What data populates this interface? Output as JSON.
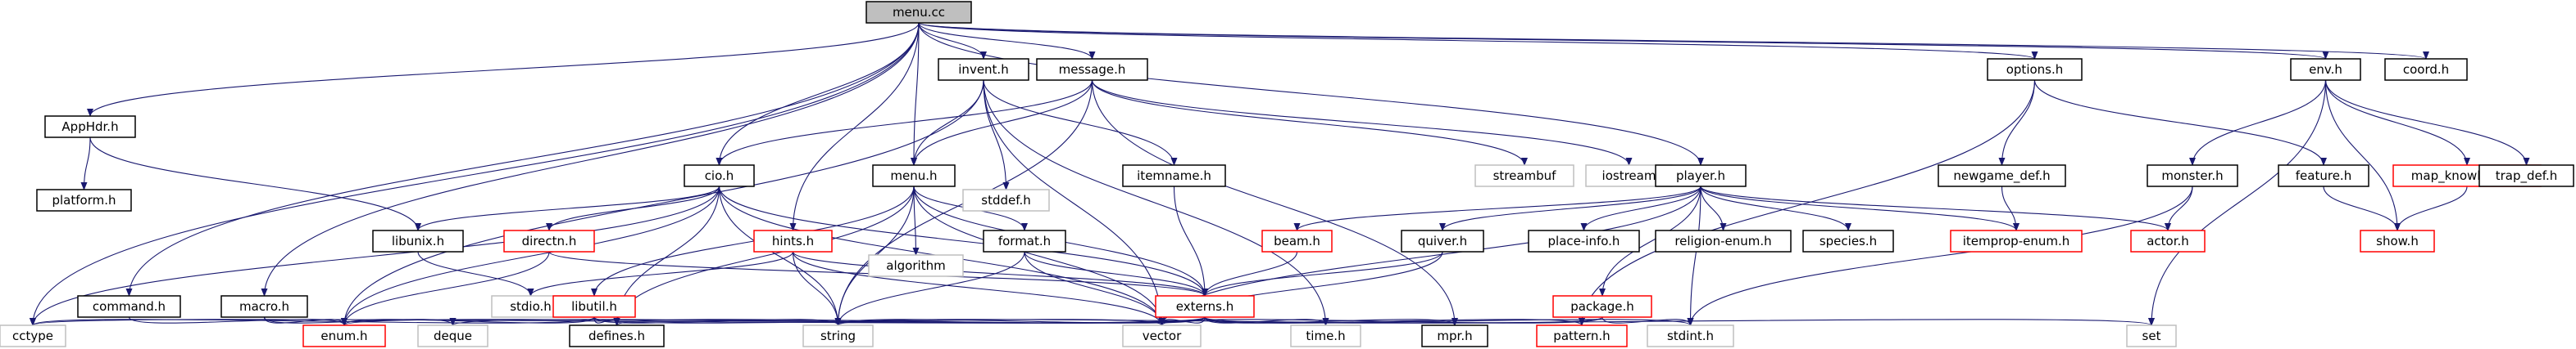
{
  "colors": {
    "edge": "#191970",
    "border_normal": "#000000",
    "border_linked": "#ff0000",
    "border_system": "#bfbfbf",
    "root_fill": "#bfbfbf"
  },
  "nodes": [
    {
      "id": "menu_cc",
      "label": "menu.cc",
      "kind": "root"
    },
    {
      "id": "apphdr_h",
      "label": "AppHdr.h",
      "kind": "normal"
    },
    {
      "id": "platform_h",
      "label": "platform.h",
      "kind": "normal"
    },
    {
      "id": "invent_h",
      "label": "invent.h",
      "kind": "normal"
    },
    {
      "id": "message_h",
      "label": "message.h",
      "kind": "normal"
    },
    {
      "id": "options_h",
      "label": "options.h",
      "kind": "normal"
    },
    {
      "id": "env_h",
      "label": "env.h",
      "kind": "normal"
    },
    {
      "id": "coord_h",
      "label": "coord.h",
      "kind": "normal"
    },
    {
      "id": "cio_h",
      "label": "cio.h",
      "kind": "normal"
    },
    {
      "id": "menu_h",
      "label": "menu.h",
      "kind": "normal"
    },
    {
      "id": "stddef_h",
      "label": "stddef.h",
      "kind": "system"
    },
    {
      "id": "itemname_h",
      "label": "itemname.h",
      "kind": "normal"
    },
    {
      "id": "streambuf",
      "label": "streambuf",
      "kind": "system"
    },
    {
      "id": "iostream",
      "label": "iostream",
      "kind": "system"
    },
    {
      "id": "player_h",
      "label": "player.h",
      "kind": "normal"
    },
    {
      "id": "newgame_def_h",
      "label": "newgame_def.h",
      "kind": "normal"
    },
    {
      "id": "monster_h",
      "label": "monster.h",
      "kind": "normal"
    },
    {
      "id": "feature_h",
      "label": "feature.h",
      "kind": "normal"
    },
    {
      "id": "map_knowledge_h",
      "label": "map_knowledge.h",
      "kind": "linked"
    },
    {
      "id": "trap_def_h",
      "label": "trap_def.h",
      "kind": "normal"
    },
    {
      "id": "libunix_h",
      "label": "libunix.h",
      "kind": "normal"
    },
    {
      "id": "directn_h",
      "label": "directn.h",
      "kind": "linked"
    },
    {
      "id": "hints_h",
      "label": "hints.h",
      "kind": "linked"
    },
    {
      "id": "algorithm",
      "label": "algorithm",
      "kind": "system"
    },
    {
      "id": "format_h",
      "label": "format.h",
      "kind": "normal"
    },
    {
      "id": "beam_h",
      "label": "beam.h",
      "kind": "linked"
    },
    {
      "id": "quiver_h",
      "label": "quiver.h",
      "kind": "normal"
    },
    {
      "id": "place_info_h",
      "label": "place-info.h",
      "kind": "normal"
    },
    {
      "id": "religion_enum_h",
      "label": "religion-enum.h",
      "kind": "normal"
    },
    {
      "id": "species_h",
      "label": "species.h",
      "kind": "normal"
    },
    {
      "id": "itemprop_enum_h",
      "label": "itemprop-enum.h",
      "kind": "linked"
    },
    {
      "id": "actor_h",
      "label": "actor.h",
      "kind": "linked"
    },
    {
      "id": "show_h",
      "label": "show.h",
      "kind": "linked"
    },
    {
      "id": "command_h",
      "label": "command.h",
      "kind": "normal"
    },
    {
      "id": "macro_h",
      "label": "macro.h",
      "kind": "normal"
    },
    {
      "id": "stdio_h",
      "label": "stdio.h",
      "kind": "system"
    },
    {
      "id": "libutil_h",
      "label": "libutil.h",
      "kind": "linked"
    },
    {
      "id": "externs_h",
      "label": "externs.h",
      "kind": "linked"
    },
    {
      "id": "package_h",
      "label": "package.h",
      "kind": "linked"
    },
    {
      "id": "cctype",
      "label": "cctype",
      "kind": "system"
    },
    {
      "id": "enum_h",
      "label": "enum.h",
      "kind": "linked"
    },
    {
      "id": "deque",
      "label": "deque",
      "kind": "system"
    },
    {
      "id": "defines_h",
      "label": "defines.h",
      "kind": "normal"
    },
    {
      "id": "string",
      "label": "string",
      "kind": "system"
    },
    {
      "id": "vector",
      "label": "vector",
      "kind": "system"
    },
    {
      "id": "time_h",
      "label": "time.h",
      "kind": "system"
    },
    {
      "id": "mpr_h",
      "label": "mpr.h",
      "kind": "normal"
    },
    {
      "id": "pattern_h",
      "label": "pattern.h",
      "kind": "linked"
    },
    {
      "id": "stdint_h",
      "label": "stdint.h",
      "kind": "system"
    },
    {
      "id": "set",
      "label": "set",
      "kind": "system"
    }
  ],
  "edges": [
    [
      "menu_cc",
      "apphdr_h"
    ],
    [
      "menu_cc",
      "invent_h"
    ],
    [
      "menu_cc",
      "message_h"
    ],
    [
      "menu_cc",
      "options_h"
    ],
    [
      "menu_cc",
      "env_h"
    ],
    [
      "menu_cc",
      "coord_h"
    ],
    [
      "menu_cc",
      "cio_h"
    ],
    [
      "menu_cc",
      "menu_h"
    ],
    [
      "menu_cc",
      "player_h"
    ],
    [
      "menu_cc",
      "hints_h"
    ],
    [
      "menu_cc",
      "command_h"
    ],
    [
      "menu_cc",
      "macro_h"
    ],
    [
      "menu_cc",
      "cctype"
    ],
    [
      "apphdr_h",
      "platform_h"
    ],
    [
      "apphdr_h",
      "libunix_h"
    ],
    [
      "invent_h",
      "menu_h"
    ],
    [
      "invent_h",
      "stddef_h"
    ],
    [
      "invent_h",
      "itemname_h"
    ],
    [
      "invent_h",
      "enum_h"
    ],
    [
      "invent_h",
      "vector"
    ],
    [
      "invent_h",
      "time_h"
    ],
    [
      "message_h",
      "cio_h"
    ],
    [
      "message_h",
      "streambuf"
    ],
    [
      "message_h",
      "iostream"
    ],
    [
      "message_h",
      "string"
    ],
    [
      "message_h",
      "mpr_h"
    ],
    [
      "message_h",
      "menu_h"
    ],
    [
      "options_h",
      "newgame_def_h"
    ],
    [
      "options_h",
      "feature_h"
    ],
    [
      "options_h",
      "pattern_h"
    ],
    [
      "newgame_def_h",
      "itemprop_enum_h"
    ],
    [
      "env_h",
      "monster_h"
    ],
    [
      "env_h",
      "map_knowledge_h"
    ],
    [
      "env_h",
      "show_h"
    ],
    [
      "env_h",
      "trap_def_h"
    ],
    [
      "env_h",
      "set"
    ],
    [
      "monster_h",
      "actor_h"
    ],
    [
      "monster_h",
      "stdint_h"
    ],
    [
      "feature_h",
      "show_h"
    ],
    [
      "map_knowledge_h",
      "show_h"
    ],
    [
      "cio_h",
      "libunix_h"
    ],
    [
      "cio_h",
      "directn_h"
    ],
    [
      "cio_h",
      "enum_h"
    ],
    [
      "cio_h",
      "externs_h"
    ],
    [
      "cio_h",
      "defines_h"
    ],
    [
      "cio_h",
      "string"
    ],
    [
      "cio_h",
      "vector"
    ],
    [
      "cio_h",
      "cctype"
    ],
    [
      "libunix_h",
      "stdio_h"
    ],
    [
      "directn_h",
      "enum_h"
    ],
    [
      "directn_h",
      "externs_h"
    ],
    [
      "hints_h",
      "stdio_h"
    ],
    [
      "hints_h",
      "externs_h"
    ],
    [
      "hints_h",
      "string"
    ],
    [
      "hints_h",
      "vector"
    ],
    [
      "menu_h",
      "algorithm"
    ],
    [
      "menu_h",
      "format_h"
    ],
    [
      "menu_h",
      "externs_h"
    ],
    [
      "menu_h",
      "defines_h"
    ],
    [
      "menu_h",
      "libutil_h"
    ],
    [
      "menu_h",
      "string"
    ],
    [
      "menu_h",
      "vector"
    ],
    [
      "itemname_h",
      "externs_h"
    ],
    [
      "format_h",
      "externs_h"
    ],
    [
      "format_h",
      "string"
    ],
    [
      "format_h",
      "vector"
    ],
    [
      "player_h",
      "beam_h"
    ],
    [
      "player_h",
      "quiver_h"
    ],
    [
      "player_h",
      "place_info_h"
    ],
    [
      "player_h",
      "religion_enum_h"
    ],
    [
      "player_h",
      "species_h"
    ],
    [
      "player_h",
      "itemprop_enum_h"
    ],
    [
      "player_h",
      "actor_h"
    ],
    [
      "player_h",
      "package_h"
    ],
    [
      "player_h",
      "vector"
    ],
    [
      "player_h",
      "stdint_h"
    ],
    [
      "beam_h",
      "externs_h"
    ],
    [
      "quiver_h",
      "externs_h"
    ],
    [
      "quiver_h",
      "vector"
    ],
    [
      "package_h",
      "vector"
    ],
    [
      "package_h",
      "stdint_h"
    ],
    [
      "package_h",
      "string"
    ],
    [
      "command_h",
      "enum_h"
    ],
    [
      "macro_h",
      "enum_h"
    ],
    [
      "macro_h",
      "deque"
    ],
    [
      "libutil_h",
      "enum_h"
    ],
    [
      "libutil_h",
      "defines_h"
    ],
    [
      "libutil_h",
      "string"
    ],
    [
      "libutil_h",
      "vector"
    ],
    [
      "libutil_h",
      "cctype"
    ],
    [
      "externs_h",
      "enum_h"
    ],
    [
      "externs_h",
      "deque"
    ],
    [
      "externs_h",
      "defines_h"
    ],
    [
      "externs_h",
      "string"
    ],
    [
      "externs_h",
      "vector"
    ],
    [
      "externs_h",
      "time_h"
    ],
    [
      "externs_h",
      "mpr_h"
    ],
    [
      "externs_h",
      "pattern_h"
    ],
    [
      "externs_h",
      "stdint_h"
    ],
    [
      "externs_h",
      "set"
    ],
    [
      "externs_h",
      "cctype"
    ]
  ]
}
